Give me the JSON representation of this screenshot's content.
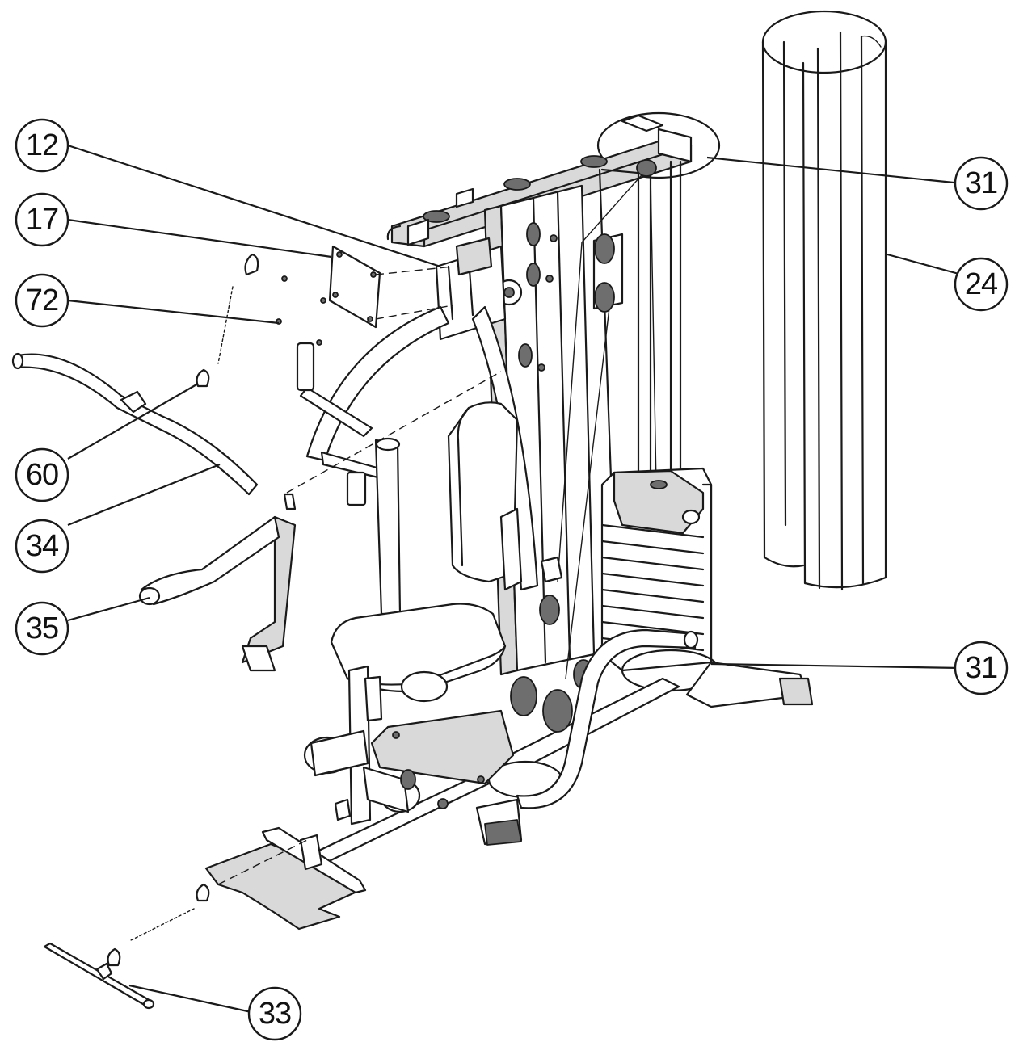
{
  "callouts": [
    {
      "id": "c12",
      "label": "12"
    },
    {
      "id": "c17",
      "label": "17"
    },
    {
      "id": "c72",
      "label": "72"
    },
    {
      "id": "c60",
      "label": "60"
    },
    {
      "id": "c34",
      "label": "34"
    },
    {
      "id": "c35",
      "label": "35"
    },
    {
      "id": "c31-top",
      "label": "31"
    },
    {
      "id": "c24",
      "label": "24"
    },
    {
      "id": "c31-bottom",
      "label": "31"
    },
    {
      "id": "c33",
      "label": "33"
    }
  ]
}
